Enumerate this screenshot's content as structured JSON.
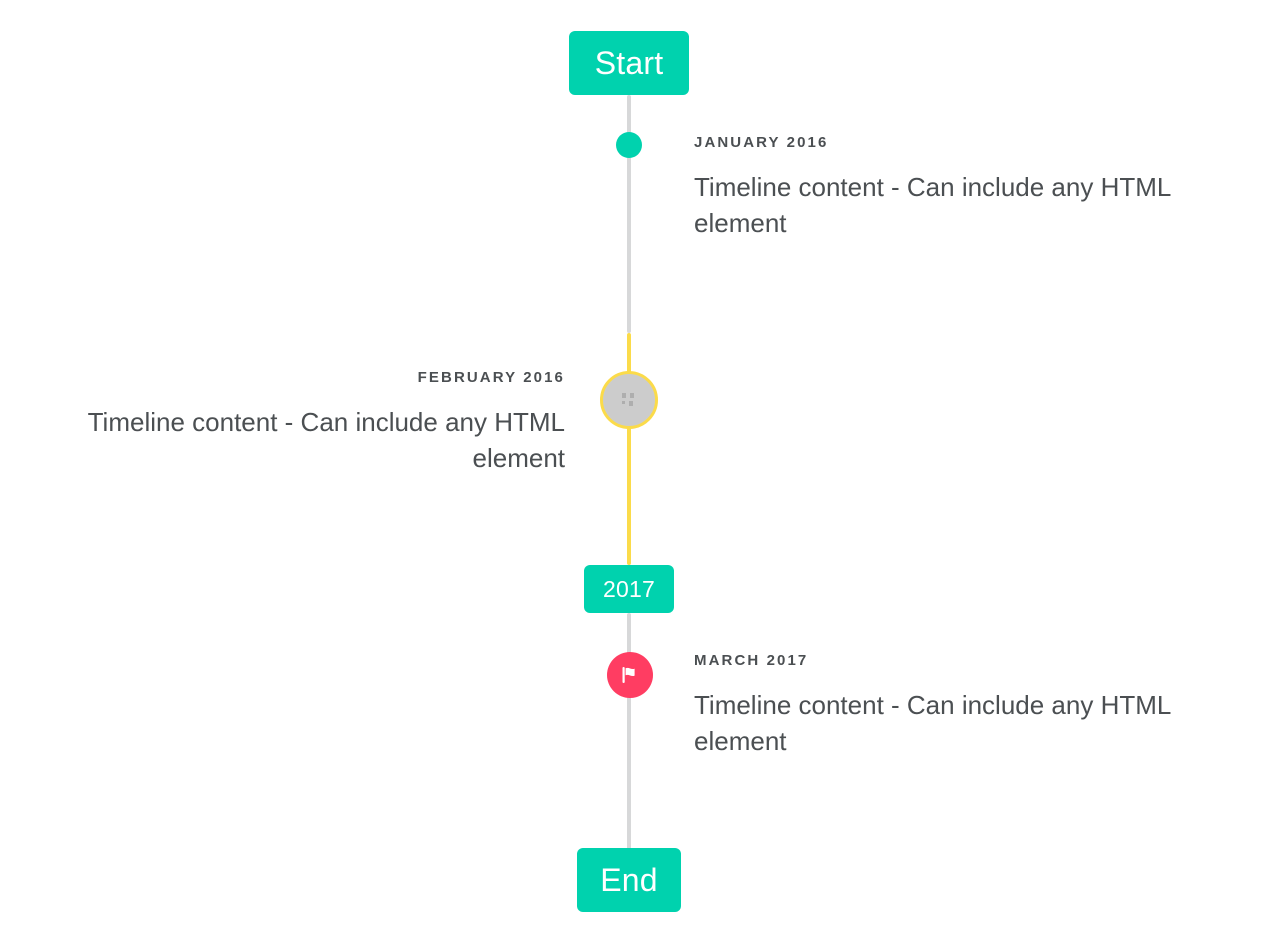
{
  "timeline": {
    "start_label": "Start",
    "end_label": "End",
    "year_marker": "2017",
    "colors": {
      "accent_teal": "#00d2ae",
      "rail_gray": "#d7d8d9",
      "rail_yellow": "#fbdb4a",
      "marker_pink": "#ff3d62",
      "marker_gray": "#cccccc",
      "text": "#4b4f52"
    },
    "entries": [
      {
        "date": "January 2016",
        "body": "Timeline content - Can include any HTML element",
        "side": "right",
        "marker": "dot-icon"
      },
      {
        "date": "February 2016",
        "body": "Timeline content - Can include any HTML element",
        "side": "left",
        "marker": "broken-image-icon"
      },
      {
        "date": "March 2017",
        "body": "Timeline content - Can include any HTML element",
        "side": "right",
        "marker": "flag-icon"
      }
    ]
  }
}
